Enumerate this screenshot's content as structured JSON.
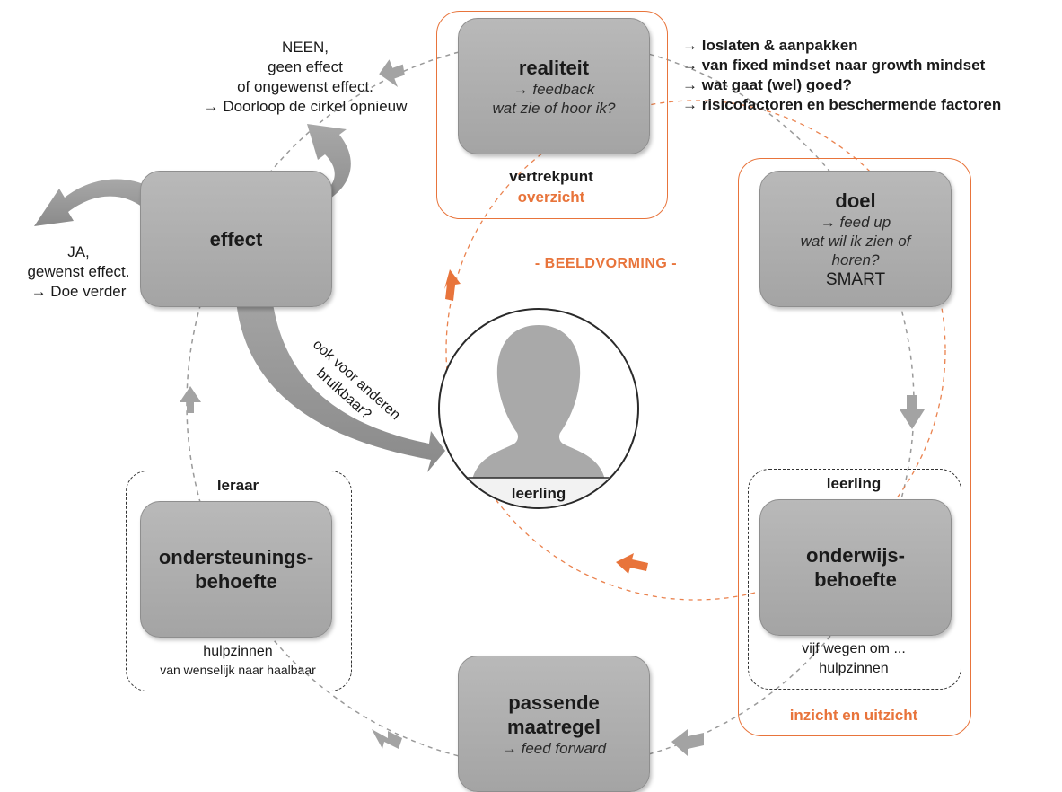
{
  "colors": {
    "accent": "#e8743b",
    "box": "#aaaaaa",
    "arrow": "#9a9a9a"
  },
  "realiteit": {
    "title": "realiteit",
    "sub1": "→ feedback",
    "sub2": "wat zie of hoor ik?",
    "label1": "vertrekpunt",
    "label2": "overzicht"
  },
  "doel": {
    "title": "doel",
    "sub1": "→ feed up",
    "sub2": "wat wil ik zien of",
    "sub3": "horen?",
    "smart": "SMART"
  },
  "onderwijs": {
    "header": "leerling",
    "title1": "onderwijs-",
    "title2": "behoefte",
    "foot1": "vijf wegen om ...",
    "foot2": "hulpzinnen",
    "frame_label": "inzicht en uitzicht"
  },
  "maatregel": {
    "title1": "passende",
    "title2": "maatregel",
    "sub": "→ feed forward"
  },
  "ondersteuning": {
    "header": "leraar",
    "title1": "ondersteunings-",
    "title2": "behoefte",
    "foot1": "hulpzinnen",
    "foot2": "van wenselijk naar haalbaar"
  },
  "effect": {
    "title": "effect"
  },
  "neen": {
    "line1": "NEEN,",
    "line2": "geen effect",
    "line3": "of ongewenst effect.",
    "line4": "→ Doorloop de cirkel opnieuw"
  },
  "ja": {
    "line1": "JA,",
    "line2": "gewenst effect.",
    "line3": "→ Doe verder"
  },
  "center": {
    "beeldvorming": "- BEELDVORMING -",
    "leerling": "leerling"
  },
  "anderen": {
    "line1": "ook voor anderen",
    "line2": "bruikbaar?"
  },
  "bullets": [
    "→ loslaten & aanpakken",
    "→ van fixed mindset naar growth mindset",
    "→ wat gaat (wel) goed?",
    "→ risicofactoren en beschermende factoren"
  ]
}
